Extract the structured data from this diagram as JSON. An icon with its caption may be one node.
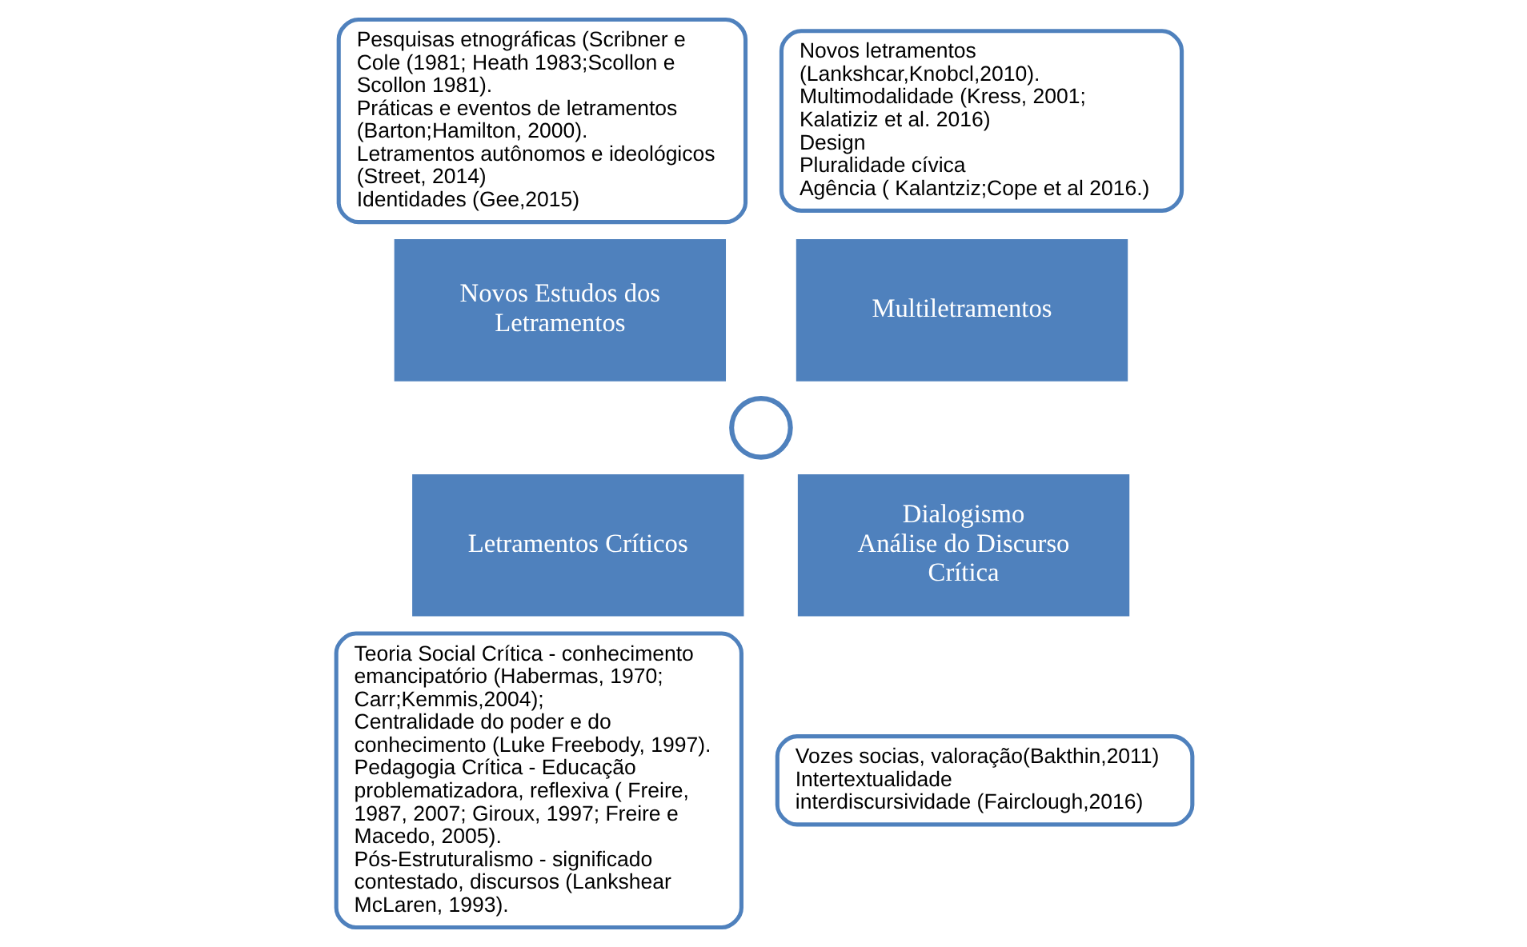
{
  "diagram": {
    "nodes": [
      {
        "text": [
          "Pesquisas etnográficas (Scribner e Cole (1981; Heath 1983;Scollon e Scollon 1981).",
          "Práticas e eventos de letramentos (Barton;Hamilton, 2000).",
          "Letramentos autônomos e ideológicos (Street, 2014)",
          "Identidades (Gee,2015)"
        ]
      },
      {
        "text": [
          "Novos letramentos (Lankshcar,Knobcl,2010).",
          "Multimodalidade (Kress, 2001; Kalatiziz et al. 2016)",
          "Design",
          "Pluralidade cívica",
          "Agência ( Kalantziz;Cope et al 2016.)"
        ]
      },
      {
        "text": [
          "Novos Estudos dos Letramentos"
        ]
      },
      {
        "text": [
          "Multiletramentos"
        ]
      },
      {
        "text": [],
        "shape": "circle"
      },
      {
        "text": [
          "Letramentos Críticos"
        ]
      },
      {
        "text": [
          "Dialogismo",
          "Análise do Discurso Crítica"
        ]
      },
      {
        "text": [
          "Teoria Social Crítica - conhecimento emancipatório (Habermas, 1970; Carr;Kemmis,2004);",
          "Centralidade do poder e do conhecimento (Luke Freebody, 1997).",
          "Pedagogia Crítica - Educação problematizadora, reflexiva ( Freire, 1987, 2007; Giroux, 1997; Freire e Macedo, 2005).",
          "Pós-Estruturalismo - significado contestado, discursos (Lankshear McLaren, 1993)."
        ]
      },
      {
        "text": [
          "Vozes socias, valoração(Bakthin,2011)",
          "Intertextualidade",
          "interdiscursividade (Fairclough,2016)"
        ]
      }
    ],
    "edges": []
  }
}
